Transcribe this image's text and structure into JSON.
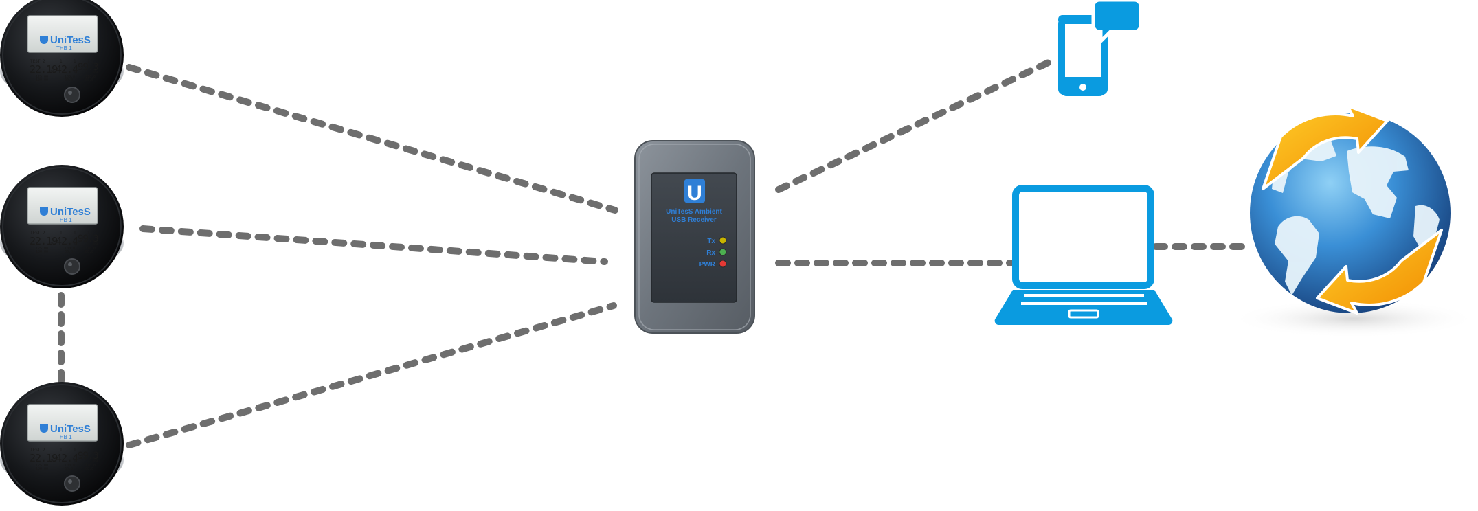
{
  "sensors": [
    {
      "brand": "UniTesS",
      "model": "THB 1",
      "lcd": {
        "top_row": [
          "TEST",
          "2",
          "1",
          "1",
          "1"
        ],
        "temperature": "22.19",
        "temperature_unit": "°C",
        "humidity": "42.4",
        "humidity_unit": "%",
        "pressure": "99.3",
        "pressure_unit": "kPa",
        "sub_row": [
          "125.00",
          "100.0",
          "110.0"
        ],
        "sub_row2": [
          "100.00",
          "00.0",
          "00.0"
        ]
      }
    },
    {
      "brand": "UniTesS",
      "model": "THB 1",
      "lcd": {
        "top_row": [
          "TEST",
          "2",
          "1",
          "1",
          "1"
        ],
        "temperature": "22.19",
        "temperature_unit": "°C",
        "humidity": "42.4",
        "humidity_unit": "%",
        "pressure": "99.3",
        "pressure_unit": "kPa",
        "sub_row": [
          "125.00",
          "100.0",
          "110.0"
        ],
        "sub_row2": [
          "100.00",
          "00.0",
          "00.0"
        ]
      }
    },
    {
      "brand": "UniTesS",
      "model": "THB 1",
      "lcd": {
        "top_row": [
          "TEST",
          "2",
          "1",
          "1",
          "1"
        ],
        "temperature": "22.19",
        "temperature_unit": "°C",
        "humidity": "42.4",
        "humidity_unit": "%",
        "pressure": "99.3",
        "pressure_unit": "kPa",
        "sub_row": [
          "125.00",
          "100.0",
          "110.0"
        ],
        "sub_row2": [
          "100.00",
          "00.0",
          "00.0"
        ]
      }
    }
  ],
  "receiver": {
    "logo_letter": "U",
    "title_line1": "UniTesS Ambient",
    "title_line2": "USB Receiver",
    "leds": [
      {
        "label": "Tx",
        "color": "#c8b400"
      },
      {
        "label": "Rx",
        "color": "#4caf50"
      },
      {
        "label": "PWR",
        "color": "#e53935"
      }
    ]
  },
  "icons": {
    "phone": "smartphone-with-message-icon",
    "laptop": "laptop-icon",
    "globe": "globe-with-sync-arrows-icon"
  },
  "colors": {
    "connector": "#6e6e6e",
    "device_blue": "#0a9be0",
    "brand_blue": "#2f7fd6",
    "arrow_orange": "#f5a800",
    "globe_blue": "#1f5fa8"
  }
}
